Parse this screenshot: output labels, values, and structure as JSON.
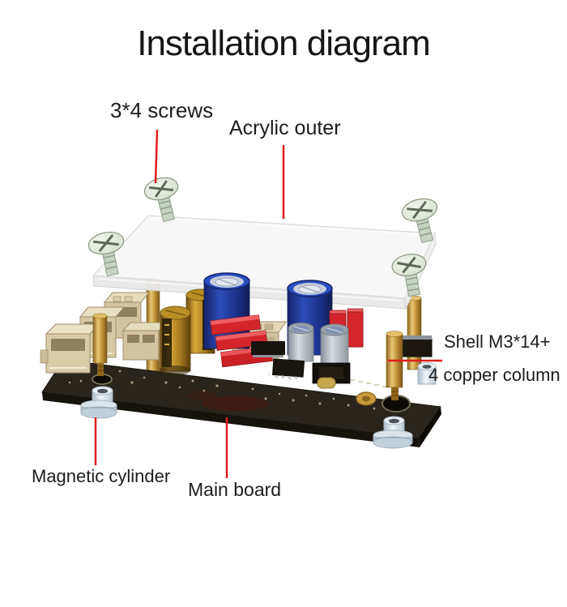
{
  "title": "Installation diagram",
  "labels": {
    "screws": "3*4 screws",
    "acrylic": "Acrylic outer",
    "shell_line1": "Shell M3*14+",
    "shell_line2": "4 copper column",
    "magnetic": "Magnetic cylinder",
    "mainboard": "Main board"
  },
  "colors": {
    "leader": "#e11d1d",
    "text": "#1d1d1d",
    "board": "#2a251c",
    "acrylic": "#f6f6f6",
    "brass": "#c79a3c",
    "screw": "#dfe9dc",
    "foot": "#dbe4ea",
    "capacitor_blue": "#1d3a9e",
    "capacitor_red": "#d4252c",
    "capacitor_gold": "#c08c28",
    "connector_beige": "#d9cca9"
  },
  "parts": [
    "screw",
    "acrylic-panel",
    "copper-column",
    "main-board",
    "magnetic-foot",
    "wire-connector",
    "gold-capacitor",
    "blue-capacitor",
    "red-film-capacitor",
    "silver-capacitor",
    "ic-chip",
    "mounting-hole"
  ]
}
